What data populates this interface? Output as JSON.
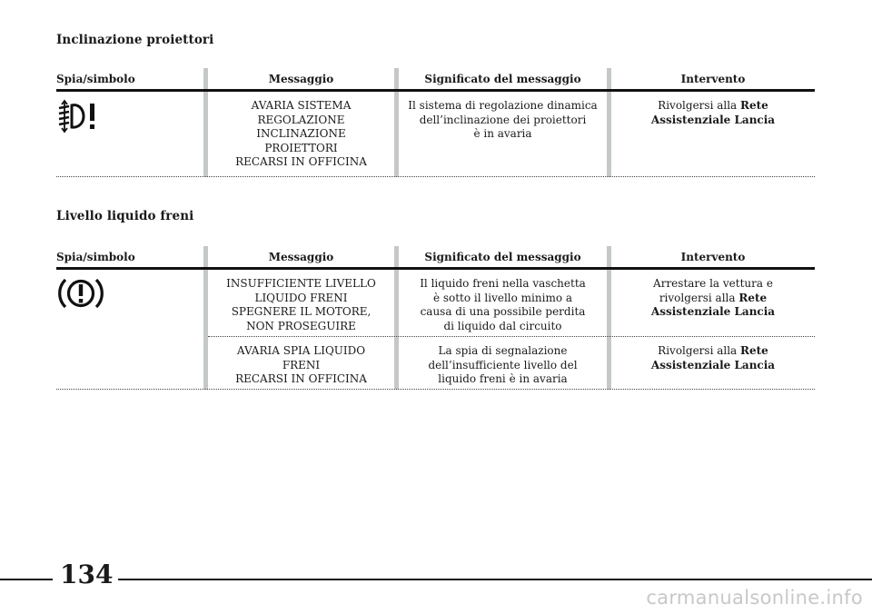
{
  "headers": {
    "spia": "Spia/simbolo",
    "messaggio": "Messaggio",
    "significato": "Significato del messaggio",
    "intervento": "Intervento"
  },
  "section1": {
    "title": "Inclinazione proiettori",
    "icon": "headlamp-levelling-warning-icon",
    "row1": {
      "messaggio": [
        "AVARIA SISTEMA",
        "REGOLAZIONE",
        "INCLINAZIONE",
        "PROIETTORI",
        "RECARSI IN OFFICINA"
      ],
      "significato": [
        "Il sistema di regolazione dinamica",
        "dell’inclinazione dei proiettori",
        "è in avaria"
      ],
      "intervento_pre": "Rivolgersi alla",
      "intervento_bold1": "Rete",
      "intervento_bold2": "Assistenziale Lancia"
    }
  },
  "section2": {
    "title": "Livello liquido freni",
    "icon": "brake-fluid-warning-icon",
    "row1": {
      "messaggio": [
        "INSUFFICIENTE LIVELLO",
        "LIQUIDO FRENI",
        "SPEGNERE IL MOTORE,",
        "NON PROSEGUIRE"
      ],
      "significato": [
        "Il liquido freni nella vaschetta",
        "è sotto il livello minimo a",
        "causa di una possibile perdita",
        "di liquido dal circuito"
      ],
      "intervento_line1": "Arrestare la vettura e",
      "intervento_pre": "rivolgersi alla",
      "intervento_bold1": "Rete",
      "intervento_bold2": "Assistenziale Lancia"
    },
    "row2": {
      "messaggio": [
        "AVARIA SPIA LIQUIDO",
        "FRENI",
        "RECARSI IN OFFICINA"
      ],
      "significato": [
        "La spia di segnalazione",
        "dell’insufficiente livello del",
        "liquido freni è in avaria"
      ],
      "intervento_pre": "Rivolgersi alla",
      "intervento_bold1": "Rete",
      "intervento_bold2": "Assistenziale Lancia"
    }
  },
  "page_number": "134",
  "watermark": "carmanualsonline.info"
}
